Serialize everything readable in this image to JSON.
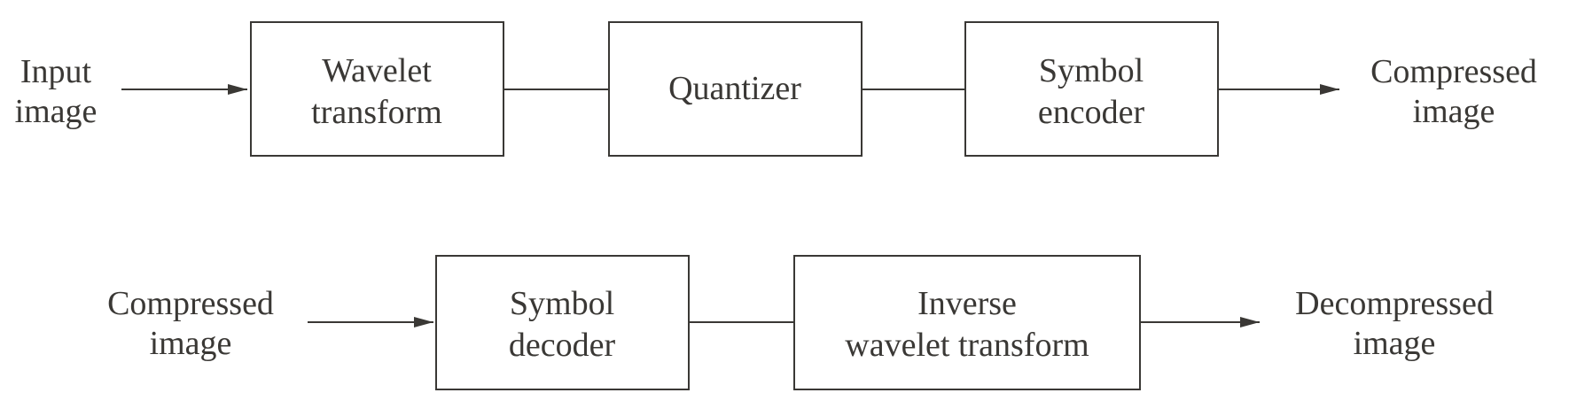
{
  "colors": {
    "ink": "#3a3835",
    "background": "#ffffff"
  },
  "encoder": {
    "input": {
      "line1": "Input",
      "line2": "image"
    },
    "wavelet_transform": {
      "line1": "Wavelet",
      "line2": "transform"
    },
    "quantizer": {
      "line1": "Quantizer"
    },
    "symbol_encoder": {
      "line1": "Symbol",
      "line2": "encoder"
    },
    "output": {
      "line1": "Compressed",
      "line2": "image"
    }
  },
  "decoder": {
    "input": {
      "line1": "Compressed",
      "line2": "image"
    },
    "symbol_decoder": {
      "line1": "Symbol",
      "line2": "decoder"
    },
    "inverse_wavelet_transform": {
      "line1": "Inverse",
      "line2": "wavelet transform"
    },
    "output": {
      "line1": "Decompressed",
      "line2": "image"
    }
  }
}
